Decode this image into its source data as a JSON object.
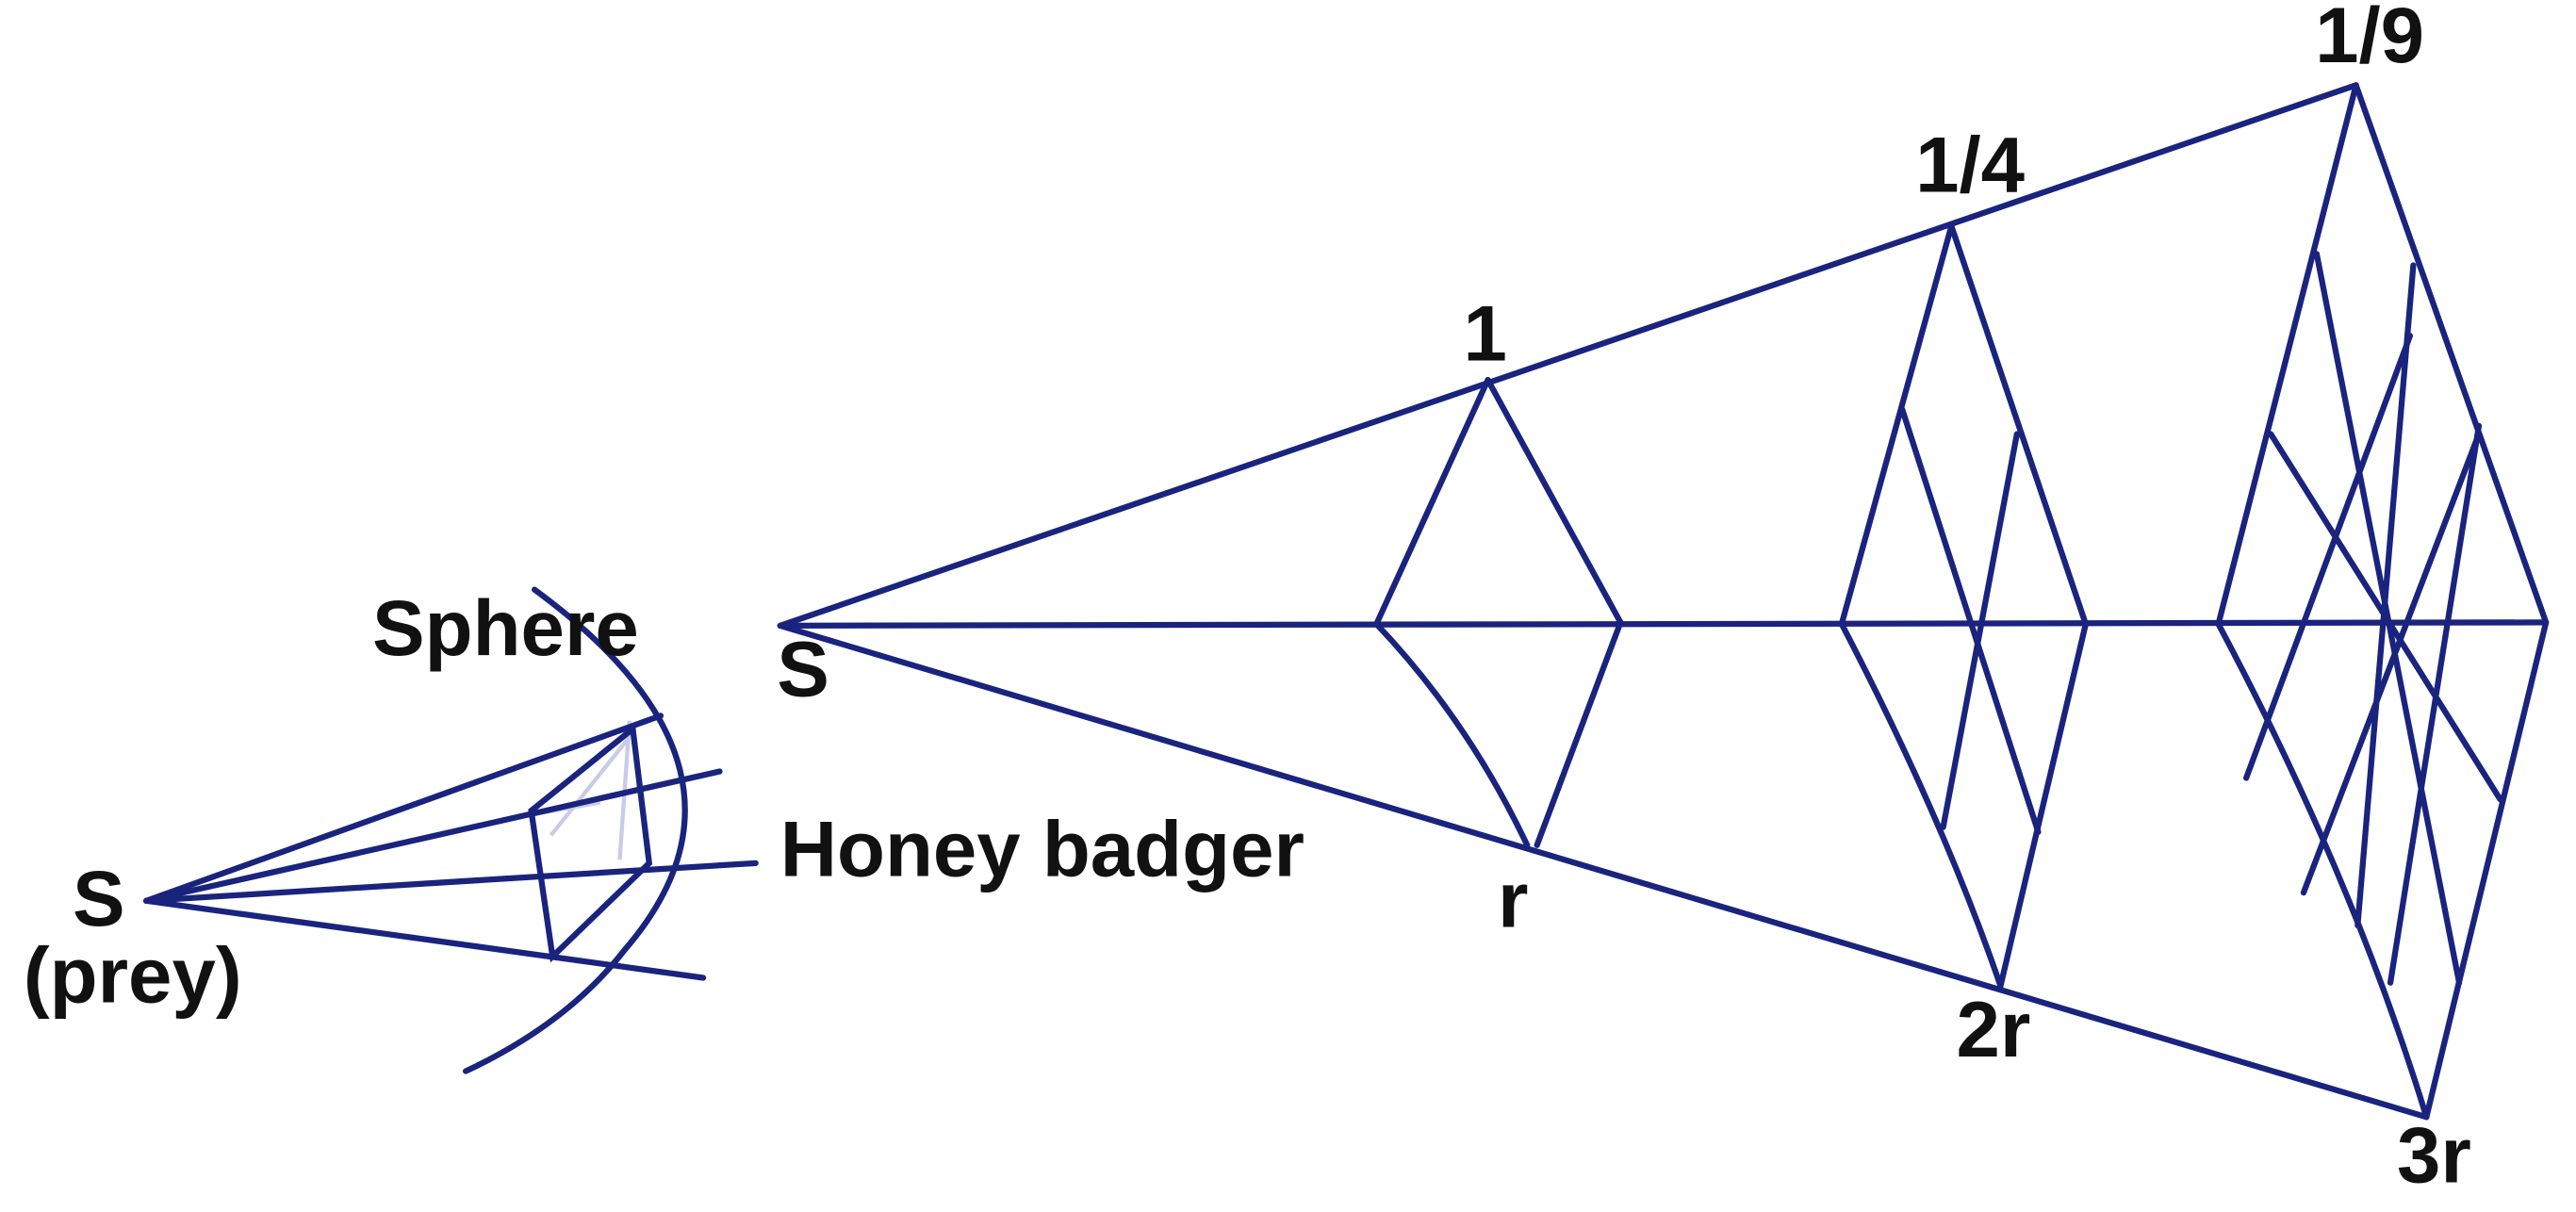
{
  "small_figure": {
    "source_label": "S",
    "source_sublabel": "(prey)",
    "sphere_label": "Sphere",
    "receiver_label": "Honey badger"
  },
  "large_figure": {
    "source_label": "S",
    "intensity_labels": [
      "1",
      "1/4",
      "1/9"
    ],
    "distance_labels": [
      "r",
      "2r",
      "3r"
    ]
  },
  "colors": {
    "line": "#1a237e",
    "text": "#111111"
  }
}
